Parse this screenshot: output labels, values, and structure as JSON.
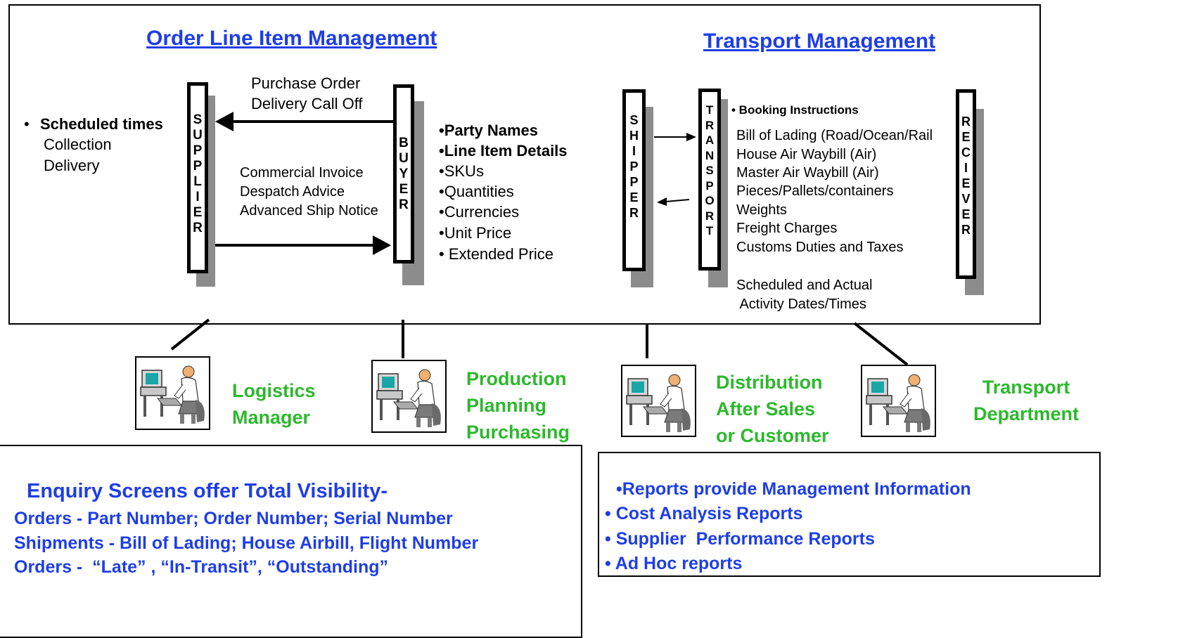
{
  "top_panel": {
    "olim_title": "Order Line Item Management",
    "tm_title": "Transport Management"
  },
  "supplier_notes": {
    "bullet": "•",
    "heading": "Scheduled times",
    "lines": [
      "Collection",
      "Delivery"
    ]
  },
  "entities": {
    "supplier": "S\nU\nP\nP\nL\nI\nE\nR",
    "buyer": "B\nU\nY\nE\nR",
    "shipper": "S\nH\nI\nP\nP\nE\nR",
    "transport": "T\nR\nA\nN\nS\nP\nO\nR\nT",
    "receiver": "R\nE\nC\nI\nE\nV\nE\nR"
  },
  "flows": {
    "to_supplier": [
      "Purchase Order",
      "Delivery Call Off"
    ],
    "to_buyer": [
      "Commercial Invoice",
      "Despatch Advice",
      "Advanced Ship Notice"
    ]
  },
  "buyer_details": {
    "bold_items": [
      "•Party Names",
      "•Line Item Details"
    ],
    "items": [
      "•SKUs",
      "•Quantities",
      "•Currencies",
      "•Unit Price",
      "• Extended Price"
    ]
  },
  "transport_details": {
    "booking": "• Booking Instructions",
    "items": [
      "Bill of Lading (Road/Ocean/Rail",
      "House Air Waybill (Air)",
      "Master Air Waybill (Air)",
      "Pieces/Pallets/containers",
      "Weights",
      "Freight Charges",
      "Customs Duties and Taxes"
    ],
    "dates": [
      "Scheduled and Actual",
      " Activity Dates/Times"
    ]
  },
  "roles": [
    {
      "label": "Logistics\nManager",
      "icon": "computer-user-icon"
    },
    {
      "label": "Production\nPlanning\nPurchasing",
      "icon": "computer-user-icon"
    },
    {
      "label": "Distribution\nAfter Sales\nor Customer",
      "icon": "computer-user-icon"
    },
    {
      "label": "Transport\nDepartment",
      "icon": "computer-user-icon"
    }
  ],
  "enquiry": {
    "title": "Enquiry Screens offer Total Visibility-",
    "lines": [
      "Orders - Part Number; Order Number; Serial Number",
      "Shipments - Bill of Lading; House Airbill, Flight Number",
      "Orders -  “Late” , “In-Transit”, “Outstanding”"
    ]
  },
  "reports": {
    "lines": [
      "•Reports provide Management Information",
      "• Cost Analysis Reports",
      "• Supplier  Performance Reports",
      "• Ad Hoc reports"
    ]
  },
  "colors": {
    "blue": "#1e3ee6",
    "green": "#2db82d",
    "shadow": "#8c8c8c"
  }
}
